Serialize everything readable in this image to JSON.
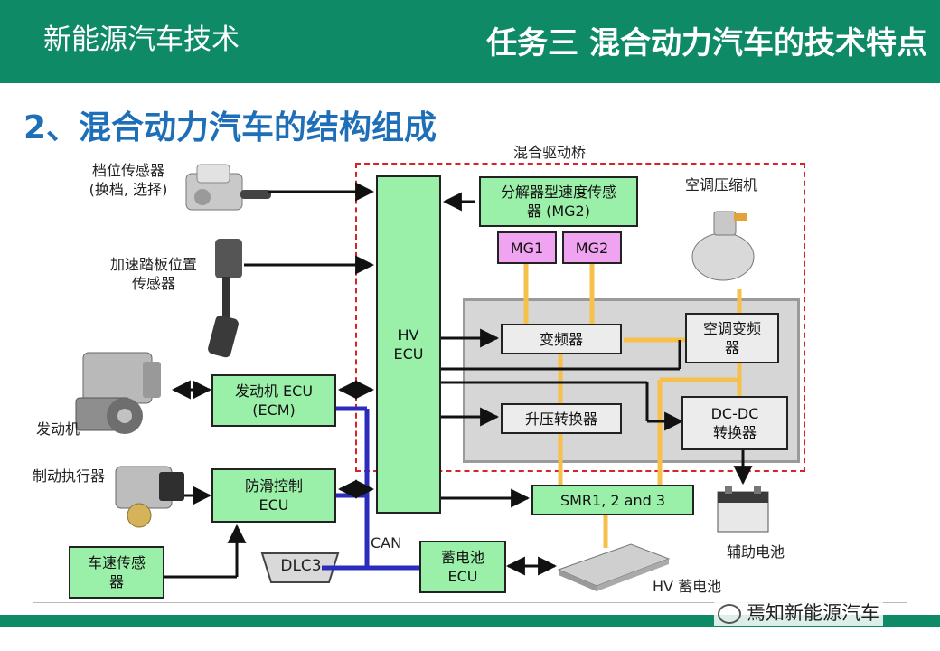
{
  "header": {
    "course": "新能源汽车技术",
    "task_title": "任务三 混合动力汽车的技术特点"
  },
  "section_title": "2、混合动力汽车的结构组成",
  "labels": {
    "shift_sensor_line1": "档位传感器",
    "shift_sensor_line2": "(换档, 选择)",
    "accel_sensor_line1": "加速踏板位置",
    "accel_sensor_line2": "传感器",
    "engine": "发动机",
    "brake_actuator": "制动执行器",
    "hybrid_transaxle": "混合驱动桥",
    "ac_compressor": "空调压缩机",
    "aux_battery": "辅助电池",
    "hv_battery": "HV 蓄电池",
    "can": "CAN"
  },
  "boxes": {
    "hv_ecu_line1": "HV",
    "hv_ecu_line2": "ECU",
    "resolver_line1": "分解器型速度传感",
    "resolver_line2": "器 (MG2)",
    "mg1": "MG1",
    "mg2": "MG2",
    "inverter": "变频器",
    "boost_converter": "升压转换器",
    "ac_inverter_line1": "空调变频",
    "ac_inverter_line2": "器",
    "dcdc_line1": "DC-DC",
    "dcdc_line2": "转换器",
    "engine_ecu_line1": "发动机 ECU",
    "engine_ecu_line2": "(ECM)",
    "skid_ecu_line1": "防滑控制",
    "skid_ecu_line2": "ECU",
    "speed_sensor_line1": "车速传感",
    "speed_sensor_line2": "器",
    "smr": "SMR1, 2 and 3",
    "battery_ecu_line1": "蓄电池",
    "battery_ecu_line2": "ECU",
    "dlc3": "DLC3"
  },
  "watermark": "焉知新能源汽车",
  "icons": [
    "wechat-icon"
  ],
  "colors": {
    "header_green": "#0f8a66",
    "title_blue": "#1e6fb8",
    "ecu_green": "#9bf0a9",
    "motor_pink": "#f0a3f0",
    "can_blue": "#2b2bbd",
    "power_orange": "#f7c04a",
    "dashed_red": "#d8232a"
  }
}
